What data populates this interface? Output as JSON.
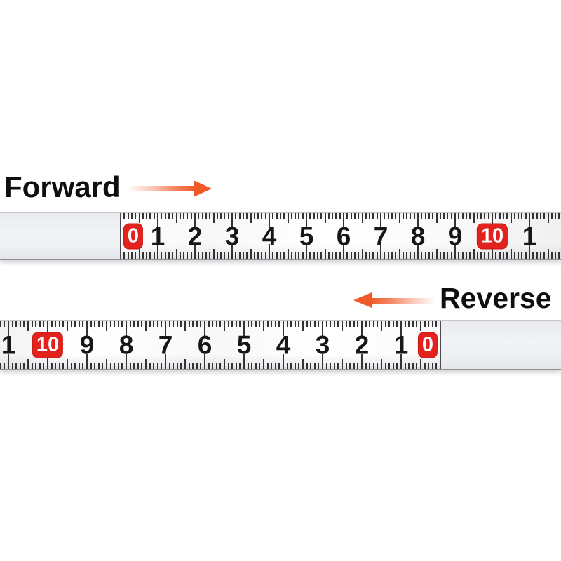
{
  "colors": {
    "accent_red": "#e2231d",
    "arrow_orange": "#f05a28",
    "tick_color": "#333333",
    "number_color": "#161616",
    "tape_blank": "#edeff2",
    "tape_edge": "#8f8f97"
  },
  "sections": {
    "forward": {
      "label": "Forward",
      "arrow": "arrow-right-icon",
      "ruler": {
        "direction": "numbers increase left to right",
        "graduations_per_unit": 10,
        "numbers": [
          {
            "label": "0",
            "boxed": true
          },
          {
            "label": "1",
            "boxed": false
          },
          {
            "label": "2",
            "boxed": false
          },
          {
            "label": "3",
            "boxed": false
          },
          {
            "label": "4",
            "boxed": false
          },
          {
            "label": "5",
            "boxed": false
          },
          {
            "label": "6",
            "boxed": false
          },
          {
            "label": "7",
            "boxed": false
          },
          {
            "label": "8",
            "boxed": false
          },
          {
            "label": "9",
            "boxed": false
          },
          {
            "label": "10",
            "boxed": true
          },
          {
            "label": "1",
            "boxed": false
          }
        ]
      }
    },
    "reverse": {
      "label": "Reverse",
      "arrow": "arrow-left-icon",
      "ruler": {
        "direction": "numbers decrease left to right",
        "graduations_per_unit": 10,
        "numbers": [
          {
            "label": "1",
            "boxed": false
          },
          {
            "label": "10",
            "boxed": true
          },
          {
            "label": "9",
            "boxed": false
          },
          {
            "label": "8",
            "boxed": false
          },
          {
            "label": "7",
            "boxed": false
          },
          {
            "label": "6",
            "boxed": false
          },
          {
            "label": "5",
            "boxed": false
          },
          {
            "label": "4",
            "boxed": false
          },
          {
            "label": "3",
            "boxed": false
          },
          {
            "label": "2",
            "boxed": false
          },
          {
            "label": "1",
            "boxed": false
          },
          {
            "label": "0",
            "boxed": true
          }
        ]
      }
    }
  }
}
